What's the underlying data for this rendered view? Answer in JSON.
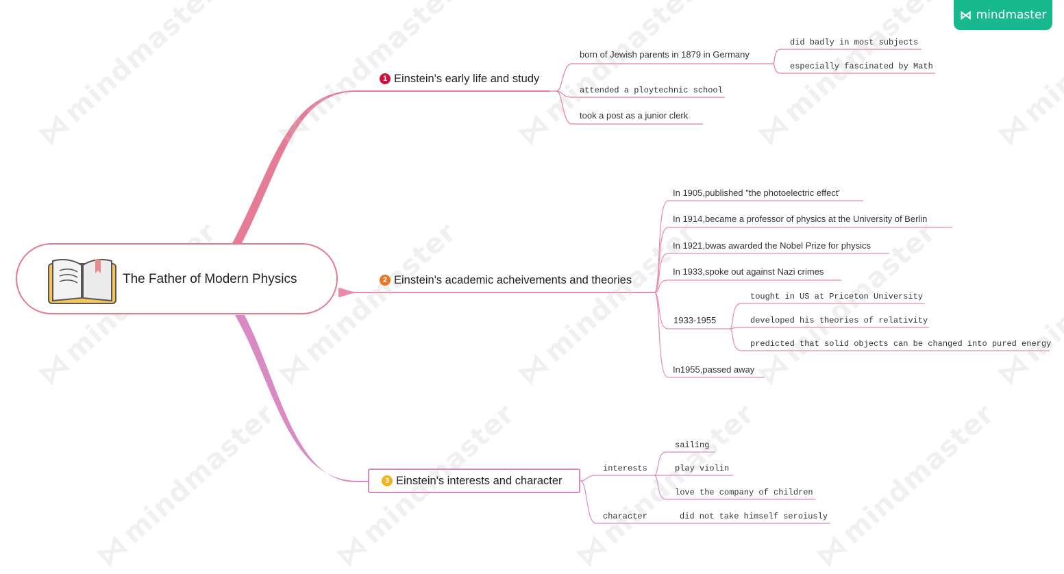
{
  "brand": {
    "name": "mindmaster",
    "icon": "mindmaster-logo-icon",
    "color": "#19b990"
  },
  "watermark_text": "mindmaster",
  "colors": {
    "branch1": "#e57b95",
    "branch2": "#ea8aa8",
    "branch3": "#d98ac2",
    "num1": "#d0103a",
    "num2": "#ea7522",
    "num3": "#f2b21a"
  },
  "root": {
    "title": "The Father of Modern Physics",
    "icon": "open-book-icon"
  },
  "topics": [
    {
      "num": "1",
      "label": "Einstein's early life and study",
      "children": [
        {
          "label": "born of Jewish parents in 1879 in Germany",
          "children": [
            {
              "label": "did badly in most subjects"
            },
            {
              "label": "especially fascinated by Math"
            }
          ]
        },
        {
          "label": "attended a ploytechnic school"
        },
        {
          "label": "took a post as a junior clerk"
        }
      ]
    },
    {
      "num": "2",
      "label": "Einstein's academic acheivements and theories",
      "children": [
        {
          "label": "In 1905,published \"the photoelectric effect'"
        },
        {
          "label": "In 1914,became a professor of physics at the University of Berlin"
        },
        {
          "label": "In 1921,bwas awarded the Nobel Prize for physics"
        },
        {
          "label": "In 1933,spoke out against Nazi crimes"
        },
        {
          "label": "1933-1955",
          "children": [
            {
              "label": "tought in US at Priceton University"
            },
            {
              "label": "developed his theories of relativity"
            },
            {
              "label": "predicted that solid objects can be changed into pured energy"
            }
          ]
        },
        {
          "label": "In1955,passed away"
        }
      ]
    },
    {
      "num": "3",
      "label": "Einstein's interests and character",
      "children": [
        {
          "label": "interests",
          "children": [
            {
              "label": "sailing"
            },
            {
              "label": "play violin"
            },
            {
              "label": "love the company of children"
            }
          ]
        },
        {
          "label": "character",
          "children": [
            {
              "label": "did not take himself seroiusly"
            }
          ]
        }
      ]
    }
  ]
}
